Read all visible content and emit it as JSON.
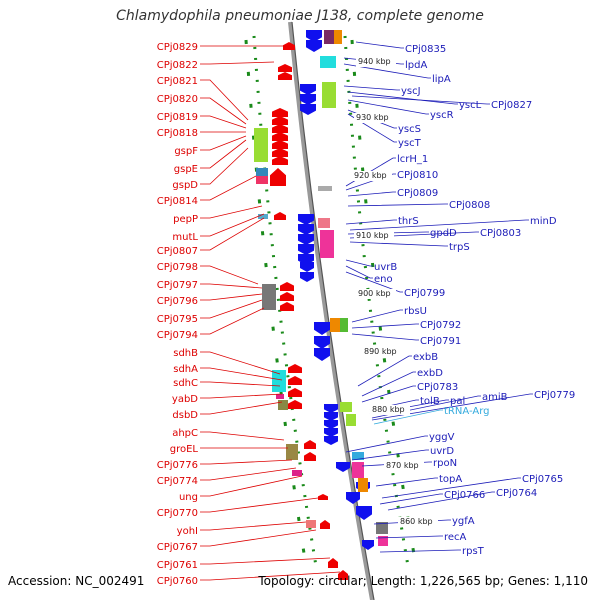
{
  "title": "Chlamydophila pneumoniae J138, complete genome",
  "accession": "Accession: NC_002491",
  "summary": "Topology: circular; Length: 1,226,565 bp; Genes: 1,110",
  "kbp_marks": [
    "940 kbp",
    "930 kbp",
    "920 kbp",
    "910 kbp",
    "900 kbp",
    "890 kbp",
    "880 kbp",
    "870 kbp",
    "860 kbp"
  ],
  "left_labels": [
    "CPj0829",
    "CPj0822",
    "CPj0821",
    "CPj0820",
    "CPj0819",
    "CPj0818",
    "gspF",
    "gspE",
    "gspD",
    "CPj0814",
    "pepP",
    "mutL",
    "CPj0807",
    "CPj0798",
    "CPj0797",
    "CPj0796",
    "CPj0795",
    "CPj0794",
    "sdhB",
    "sdhA",
    "sdhC",
    "yabD",
    "dsbD",
    "ahpC",
    "groEL",
    "CPj0776",
    "CPj0774",
    "ung",
    "CPj0770",
    "yohI",
    "CPj0767",
    "CPj0761",
    "CPj0760"
  ],
  "right_labels": [
    "CPj0835",
    "lpdA",
    "lipA",
    "yscJ",
    "yscL",
    "CPj0827",
    "yscR",
    "yscS",
    "yscT",
    "lcrH_1",
    "CPj0810",
    "CPj0809",
    "CPj0808",
    "thrS",
    "minD",
    "gpdD",
    "CPj0803",
    "trpS",
    "uvrB",
    "eno",
    "CPj0799",
    "rbsU",
    "CPj0792",
    "CPj0791",
    "exbB",
    "exbD",
    "CPj0783",
    "tolB",
    "pal",
    "amiB",
    "CPj0779",
    "tRNA-Arg",
    "yggV",
    "uvrD",
    "rpoN",
    "topA",
    "CPj0765",
    "CPj0766",
    "CPj0764",
    "ygfA",
    "recA",
    "rpsT"
  ]
}
